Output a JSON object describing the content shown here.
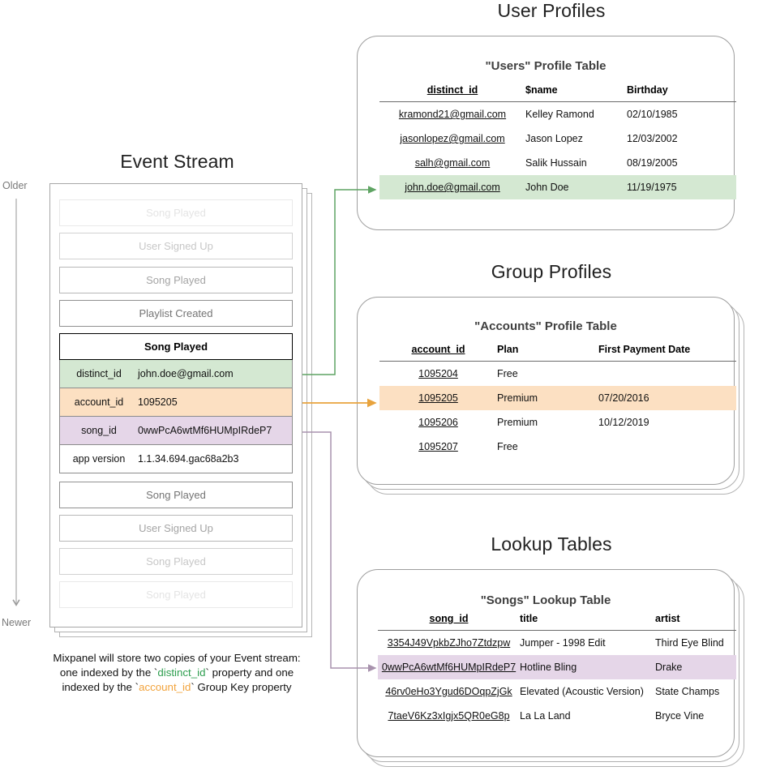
{
  "sections": {
    "event_stream_title": "Event Stream",
    "user_profiles_title": "User Profiles",
    "group_profiles_title": "Group Profiles",
    "lookup_tables_title": "Lookup Tables"
  },
  "timeline": {
    "older": "Older",
    "newer": "Newer"
  },
  "event_stream": {
    "events_before": [
      {
        "label": "Song Played",
        "opacity": 0.18
      },
      {
        "label": "User Signed Up",
        "opacity": 0.38
      },
      {
        "label": "Song Played",
        "opacity": 0.62
      },
      {
        "label": "Playlist Created",
        "opacity": 0.95
      }
    ],
    "selected_event": {
      "name": "Song Played",
      "properties": [
        {
          "key": "distinct_id",
          "value": "john.doe@gmail.com",
          "highlight": "green"
        },
        {
          "key": "account_id",
          "value": "1095205",
          "highlight": "orange"
        },
        {
          "key": "song_id",
          "value": "0wwPcA6wtMf6HUMpIRdeP7",
          "highlight": "purple"
        },
        {
          "key": "app version",
          "value": "1.1.34.694.gac68a2b3",
          "highlight": "none"
        }
      ]
    },
    "events_after": [
      {
        "label": "Song Played",
        "opacity": 0.95
      },
      {
        "label": "User Signed Up",
        "opacity": 0.62
      },
      {
        "label": "Song Played",
        "opacity": 0.38
      },
      {
        "label": "Song Played",
        "opacity": 0.18
      }
    ]
  },
  "users_table": {
    "title": "\"Users\" Profile Table",
    "columns": [
      "distinct_id",
      "$name",
      "Birthday"
    ],
    "rows": [
      {
        "cells": [
          "kramond21@gmail.com",
          "Kelley Ramond",
          "02/10/1985"
        ],
        "highlight": "none"
      },
      {
        "cells": [
          "jasonlopez@gmail.com",
          "Jason Lopez",
          "12/03/2002"
        ],
        "highlight": "none"
      },
      {
        "cells": [
          "salh@gmail.com",
          "Salik Hussain",
          "08/19/2005"
        ],
        "highlight": "none"
      },
      {
        "cells": [
          "john.doe@gmail.com",
          "John Doe",
          "11/19/1975"
        ],
        "highlight": "green"
      }
    ]
  },
  "accounts_table": {
    "title": "\"Accounts\" Profile Table",
    "columns": [
      "account_id",
      "Plan",
      "First Payment Date"
    ],
    "rows": [
      {
        "cells": [
          "1095204",
          "Free",
          ""
        ],
        "highlight": "none"
      },
      {
        "cells": [
          "1095205",
          "Premium",
          "07/20/2016"
        ],
        "highlight": "orange"
      },
      {
        "cells": [
          "1095206",
          "Premium",
          "10/12/2019"
        ],
        "highlight": "none"
      },
      {
        "cells": [
          "1095207",
          "Free",
          ""
        ],
        "highlight": "none"
      }
    ]
  },
  "songs_table": {
    "title": "\"Songs\" Lookup Table",
    "columns": [
      "song_id",
      "title",
      "artist"
    ],
    "rows": [
      {
        "cells": [
          "3354J49VpkbZJho7Ztdzpw",
          "Jumper - 1998 Edit",
          "Third Eye Blind"
        ],
        "highlight": "none"
      },
      {
        "cells": [
          "0wwPcA6wtMf6HUMpIRdeP7",
          "Hotline Bling",
          "Drake"
        ],
        "highlight": "purple"
      },
      {
        "cells": [
          "46rv0eHo3Ygud6DOqpZjGk",
          "Elevated (Acoustic Version)",
          "State Champs"
        ],
        "highlight": "none"
      },
      {
        "cells": [
          "7taeV6Kz3xIgjx5QR0eG8p",
          "La La Land",
          "Bryce Vine"
        ],
        "highlight": "none"
      }
    ]
  },
  "caption": {
    "line1": "Mixpanel will store two copies of your Event stream:",
    "line2_a": "one indexed by the `",
    "line2_key": "distinct_id",
    "line2_b": "` property and one",
    "line3_a": "indexed by the `",
    "line3_key": "account_id",
    "line3_b": "` Group Key property"
  },
  "colors": {
    "green_highlight": "#d4e8d2",
    "orange_highlight": "#fce0c2",
    "purple_highlight": "#e5d6e8",
    "green_arrow": "#5fa463",
    "orange_arrow": "#e8a33d",
    "purple_arrow": "#a892ad",
    "card_border": "#9e9e9e"
  }
}
